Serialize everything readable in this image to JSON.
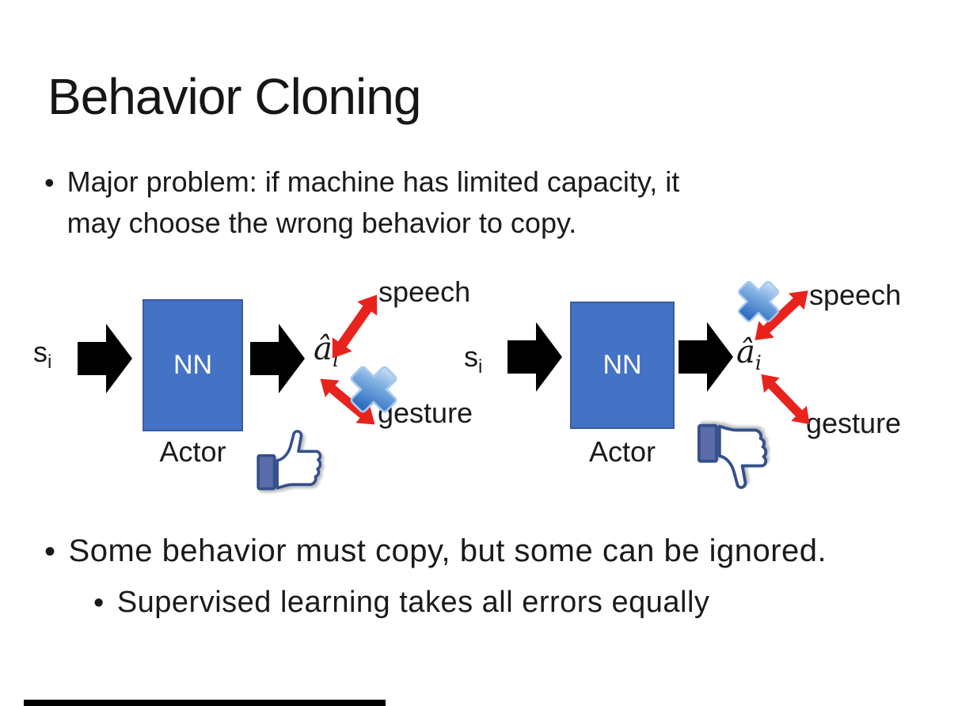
{
  "slide": {
    "title": "Behavior Cloning",
    "bullet_char": "•",
    "bullet1_lines": [
      "Major problem: if machine has limited capacity, it",
      "may choose the wrong behavior to copy."
    ],
    "bullet2": "Some behavior must copy, but some can be ignored.",
    "bullet3": "Supervised learning takes all errors equally"
  },
  "diagram_left": {
    "input_base": "s",
    "input_sub": "i",
    "nn_label": "NN",
    "actor_label": "Actor",
    "output_base": "â",
    "output_sub": "i",
    "speech_label": "speech",
    "gesture_label": "gesture",
    "cross_icon_on": "gesture-arrow",
    "feedback_icon": "thumbs-up-icon"
  },
  "diagram_right": {
    "input_base": "s",
    "input_sub": "i",
    "nn_label": "NN",
    "actor_label": "Actor",
    "output_base": "â",
    "output_sub": "i",
    "speech_label": "speech",
    "gesture_label": "gesture",
    "cross_icon_on": "speech-arrow",
    "feedback_icon": "thumbs-down-icon"
  },
  "colors": {
    "text": "#1a1a1a",
    "nn_box_fill": "#4472c4",
    "nn_box_border": "#3a5c9e",
    "nn_text": "#ffffff",
    "block_arrow": "#000000",
    "double_arrow_red": "#e8231d",
    "cross_blue_light": "#e4f0fb",
    "cross_blue_dark": "#2e6ec0",
    "thumb_outline": "#34508c",
    "thumb_cuff_fill": "#5b6ca8",
    "bottom_bar": "#000000"
  }
}
